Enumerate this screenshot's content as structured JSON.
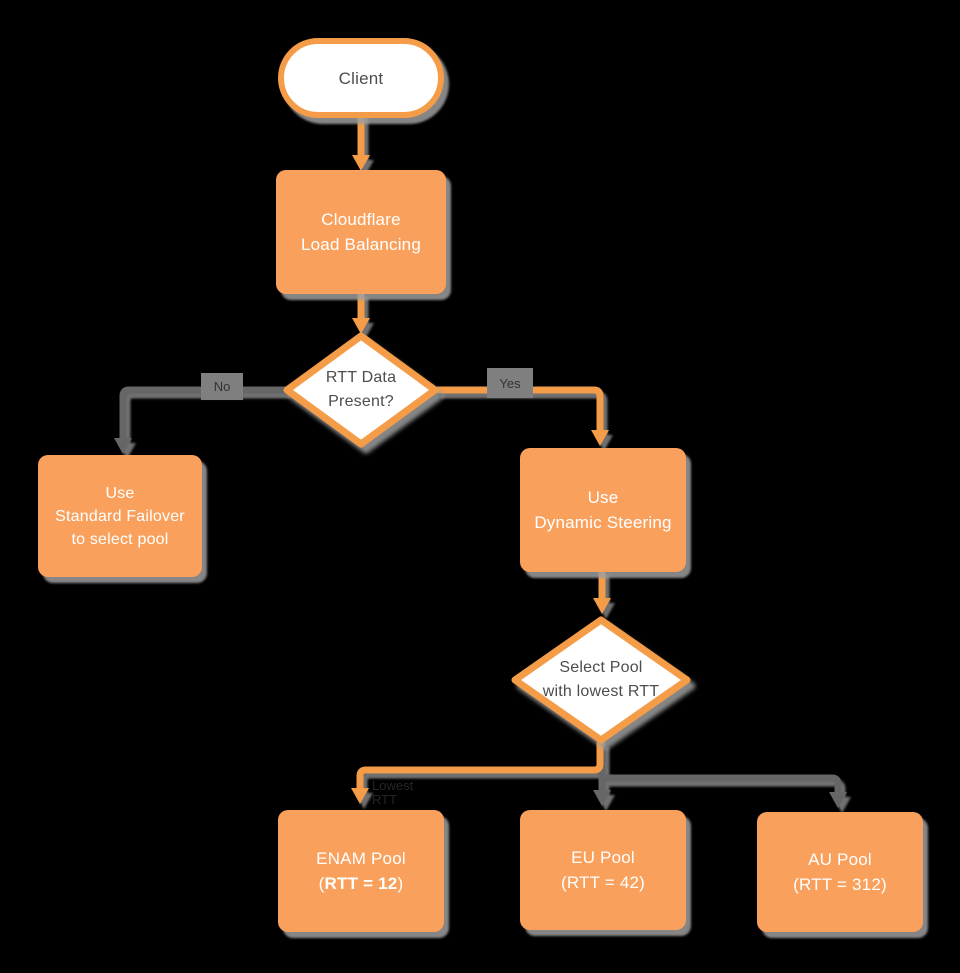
{
  "colors": {
    "node_fill": "#F9A15C",
    "node_border": "#F49C48",
    "connector_orange": "#F49C48",
    "connector_gray": "#666666",
    "shadow": "#9E9E9E",
    "dark_text": "#4D4D4D",
    "white_text": "#FFFFFF",
    "label_bg": "#7F7F7F",
    "label_text": "#333333",
    "canvas_bg": "#000000"
  },
  "chart_data": {
    "type": "table",
    "title": "Cloudflare Load Balancing pool selection flow",
    "pools": [
      {
        "name": "ENAM Pool",
        "rtt": 12,
        "selected": true
      },
      {
        "name": "EU Pool",
        "rtt": 42,
        "selected": false
      },
      {
        "name": "AU Pool",
        "rtt": 312,
        "selected": false
      }
    ]
  },
  "nodes": {
    "client": {
      "label": "Client"
    },
    "cloudflare": {
      "line1": "Cloudflare",
      "line2": "Load Balancing"
    },
    "rtt_decision": {
      "line1": "RTT Data",
      "line2": "Present?"
    },
    "failover": {
      "line1": "Use",
      "line2": "Standard Failover",
      "line3": "to select pool"
    },
    "dynamic": {
      "line1": "Use",
      "line2": "Dynamic Steering"
    },
    "select_pool": {
      "line1": "Select Pool",
      "line2": "with lowest RTT"
    },
    "enam": {
      "line1": "ENAM Pool",
      "paren_open": "(",
      "rtt_bold": "RTT = 12",
      "paren_close": ")"
    },
    "eu": {
      "line1": "EU Pool",
      "line2": "(RTT = 42)"
    },
    "au": {
      "line1": "AU Pool",
      "line2": "(RTT = 312)"
    }
  },
  "edge_labels": {
    "no": "No",
    "yes": "Yes",
    "lowest_line1": "Lowest",
    "lowest_line2": "RTT"
  }
}
